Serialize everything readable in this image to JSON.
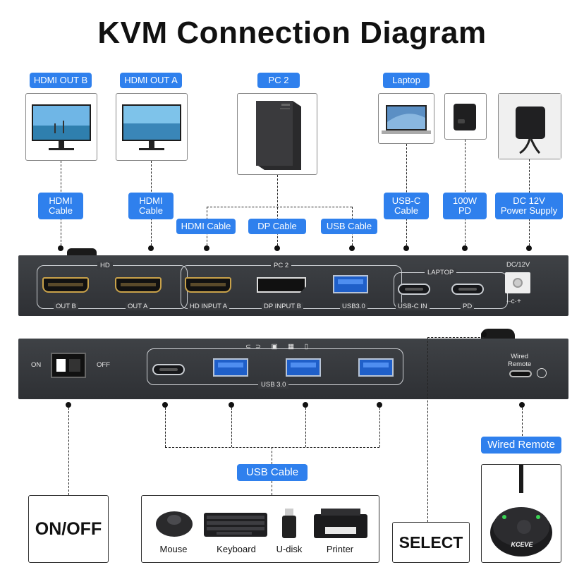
{
  "title": "KVM Connection Diagram",
  "top_devices": {
    "hdmi_out_b": "HDMI OUT B",
    "hdmi_out_a": "HDMI OUT A",
    "pc2": "PC 2",
    "laptop": "Laptop"
  },
  "cables_top": {
    "hdmi_cable_b": "HDMI\nCable",
    "hdmi_cable_a": "HDMI\nCable",
    "hdmi_cable": "HDMI Cable",
    "dp_cable": "DP Cable",
    "usb_cable": "USB Cable",
    "usbc_cable": "USB-C\nCable",
    "pd_100w": "100W\nPD",
    "dc_12v": "DC 12V\nPower Supply"
  },
  "rear_panel": {
    "hd_group": "HD",
    "out_b": "OUT B",
    "out_a": "OUT A",
    "pc2_group": "PC 2",
    "hd_input_a": "HD INPUT A",
    "dp_input_b": "DP INPUT B",
    "usb30": "USB3.0",
    "laptop_group": "LAPTOP",
    "usbc_in": "USB-C IN",
    "pd": "PD",
    "dc_label": "DC/12V"
  },
  "front_panel": {
    "on": "ON",
    "off": "OFF",
    "usb30": "USB 3.0",
    "wired_remote": "Wired\nRemote"
  },
  "bottom": {
    "usb_cable": "USB Cable",
    "wired_remote": "Wired Remote",
    "on_off": "ON/OFF",
    "select": "SELECT",
    "mouse": "Mouse",
    "keyboard": "Keyboard",
    "udisk": "U-disk",
    "printer": "Printer",
    "brand": "KCEVE"
  },
  "colors": {
    "label_blue": "#2f80ed",
    "panel": "#35373b",
    "hdmi_gold": "#c9a24a",
    "usb_blue": "#1f5fc9"
  }
}
